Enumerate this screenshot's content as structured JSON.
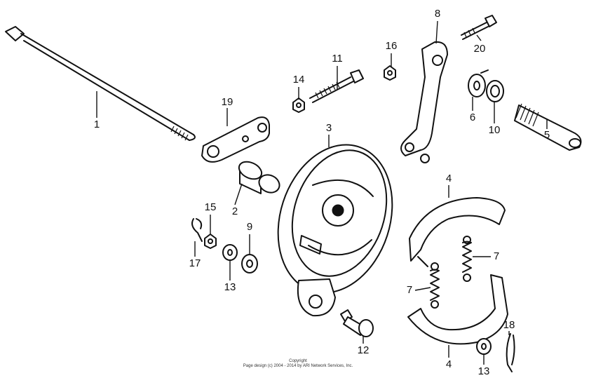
{
  "callouts": [
    {
      "id": "1",
      "label": "1"
    },
    {
      "id": "2",
      "label": "2"
    },
    {
      "id": "3",
      "label": "3"
    },
    {
      "id": "4a",
      "label": "4"
    },
    {
      "id": "4b",
      "label": "4"
    },
    {
      "id": "5",
      "label": "5"
    },
    {
      "id": "6",
      "label": "6"
    },
    {
      "id": "7a",
      "label": "7"
    },
    {
      "id": "7b",
      "label": "7"
    },
    {
      "id": "8",
      "label": "8"
    },
    {
      "id": "9",
      "label": "9"
    },
    {
      "id": "10",
      "label": "10"
    },
    {
      "id": "11",
      "label": "11"
    },
    {
      "id": "12",
      "label": "12"
    },
    {
      "id": "13a",
      "label": "13"
    },
    {
      "id": "13b",
      "label": "13"
    },
    {
      "id": "14",
      "label": "14"
    },
    {
      "id": "15",
      "label": "15"
    },
    {
      "id": "16",
      "label": "16"
    },
    {
      "id": "17",
      "label": "17"
    },
    {
      "id": "18",
      "label": "18"
    },
    {
      "id": "19",
      "label": "19"
    },
    {
      "id": "20",
      "label": "20"
    }
  ],
  "footer": {
    "line1": "Copyright",
    "line2": "Page design (c) 2004 - 2014 by ARI Network Services, Inc."
  }
}
